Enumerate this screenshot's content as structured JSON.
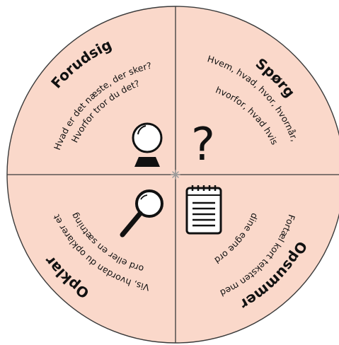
{
  "colors": {
    "disc_fill": "#fad8ca",
    "outline": "#3a3a3a",
    "center_star": "#9a9a9a"
  },
  "quadrants": {
    "predict": {
      "title": "Forudsig",
      "line1": "Hvad er det næste, der sker?",
      "line2": "Hvorfor tror du det?",
      "icon": "crystal-ball-icon"
    },
    "question": {
      "title": "Spørg",
      "line1": "Hvem, hvad, hvor, hvornår,",
      "line2": "hvorfor, hvad hvis",
      "icon_glyph": "?",
      "icon": "question-mark-icon"
    },
    "clarify": {
      "title": "Opklar",
      "line1": "Vis, hvordan du opklarer et",
      "line2": "ord eller en sætning",
      "icon": "magnifying-glass-icon"
    },
    "summarize": {
      "title": "Opsummer",
      "line1": "Fortæl kort teksten med",
      "line2": "dine egne ord",
      "icon": "notepad-icon"
    }
  }
}
